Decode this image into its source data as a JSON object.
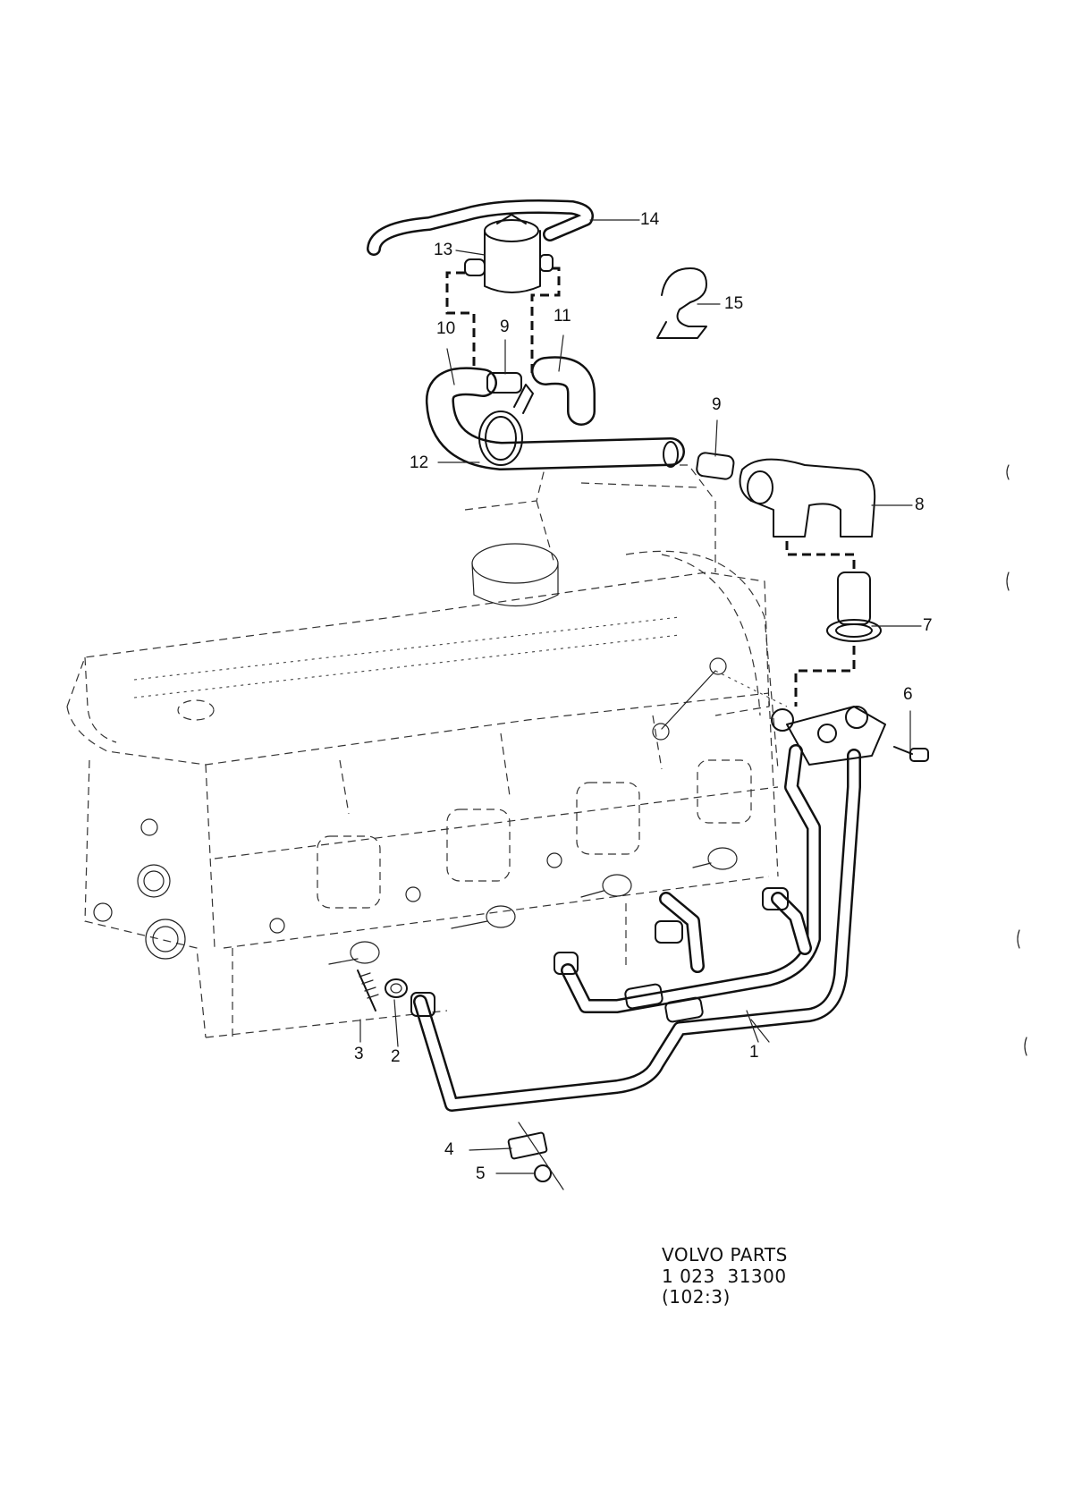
{
  "callouts": [
    {
      "id": "callout-14",
      "text": "14"
    },
    {
      "id": "callout-13",
      "text": "13"
    },
    {
      "id": "callout-15",
      "text": "15"
    },
    {
      "id": "callout-10",
      "text": "10"
    },
    {
      "id": "callout-9-upper",
      "text": "9"
    },
    {
      "id": "callout-11",
      "text": "11"
    },
    {
      "id": "callout-9-lower",
      "text": "9"
    },
    {
      "id": "callout-12",
      "text": "12"
    },
    {
      "id": "callout-8",
      "text": "8"
    },
    {
      "id": "callout-7",
      "text": "7"
    },
    {
      "id": "callout-6",
      "text": "6"
    },
    {
      "id": "callout-3",
      "text": "3"
    },
    {
      "id": "callout-2",
      "text": "2"
    },
    {
      "id": "callout-1",
      "text": "1"
    },
    {
      "id": "callout-4",
      "text": "4"
    },
    {
      "id": "callout-5",
      "text": "5"
    }
  ],
  "caption": {
    "line1": "VOLVO PARTS",
    "line2": "1 023  31300",
    "line3": "(102:3)"
  }
}
